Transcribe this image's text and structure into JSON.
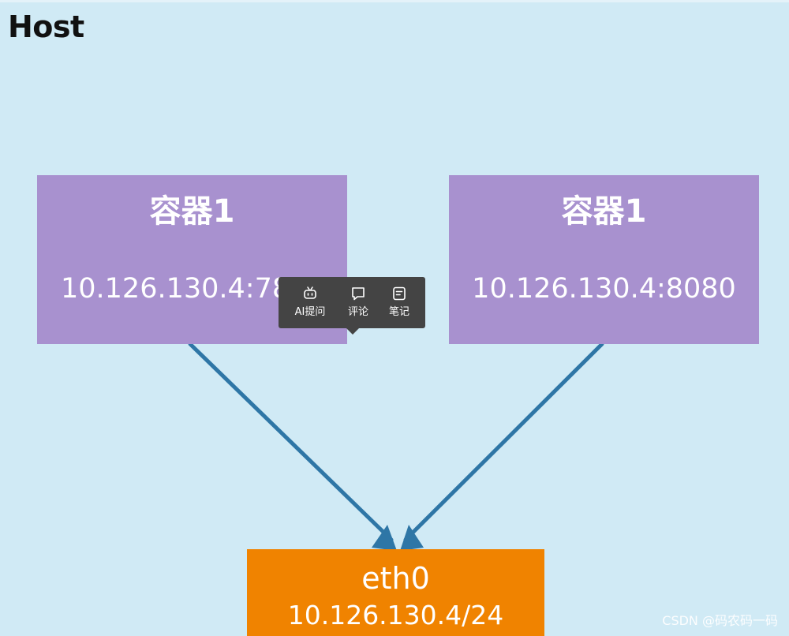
{
  "host": {
    "title": "Host"
  },
  "containers": [
    {
      "name": "容器1",
      "address": "10.126.130.4:78"
    },
    {
      "name": "容器1",
      "address": "10.126.130.4:8080"
    }
  ],
  "eth": {
    "name": "eth0",
    "address": "10.126.130.4/24"
  },
  "popup": {
    "ai_label": "AI提问",
    "comment_label": "评论",
    "note_label": "笔记"
  },
  "watermark": "CSDN @码农码一码",
  "colors": {
    "background": "#d0eaf5",
    "container": "#a891cf",
    "eth": "#f08300",
    "arrow": "#2e76a6",
    "popup": "#444444"
  }
}
